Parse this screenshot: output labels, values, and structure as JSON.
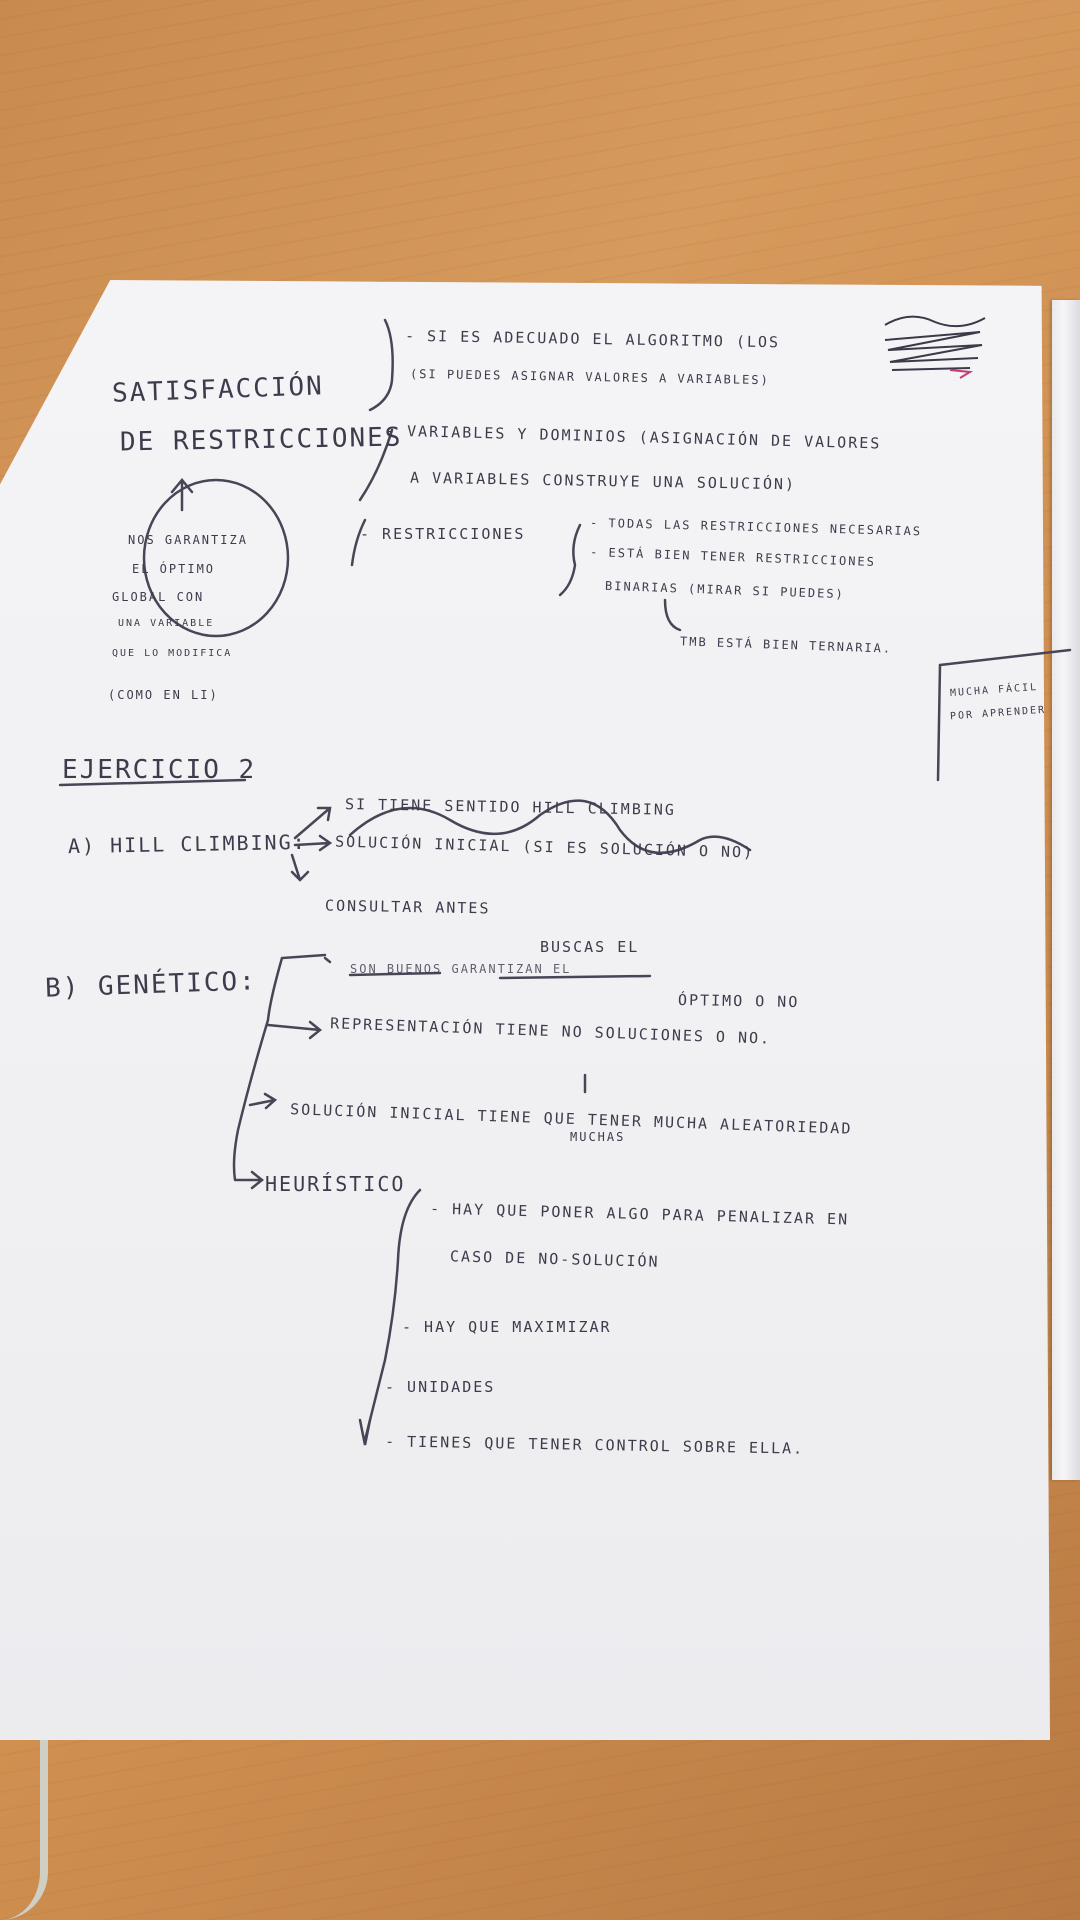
{
  "notes": {
    "title_1": "SATISFACCIÓN",
    "title_2": "DE RESTRICCIONES",
    "bullet_1a": "- SI ES ADECUADO EL ALGORITMO (LOS",
    "bullet_1b": "(SI PUEDES ASIGNAR VALORES A VARIABLES)",
    "bullet_2a": "- VARIABLES Y DOMINIOS (ASIGNACIÓN DE VALORES",
    "bullet_2b": "A VARIABLES CONSTRUYE UNA SOLUCIÓN)",
    "bullet_3": "- RESTRICCIONES",
    "sub_3a": "- TODAS LAS RESTRICCIONES NECESARIAS",
    "sub_3b": "- ESTÁ BIEN TENER RESTRICCIONES",
    "sub_3c": "BINARIAS (MIRAR SI PUEDES)",
    "sub_3d": "TMB ESTÁ BIEN TERNARIA.",
    "bubble_1": "NOS GARANTIZA",
    "bubble_2": "EL ÓPTIMO",
    "bubble_3": "GLOBAL CON",
    "bubble_4": "UNA VARIABLE",
    "bubble_5": "QUE LO MODIFICA",
    "bubble_6": "(COMO EN LI)",
    "corner_note_1": "MUCHA FÁCIL",
    "corner_note_2": "POR APRENDER",
    "exercise_title": "EJERCICIO 2",
    "a_label": "a) HILL CLIMBING:",
    "a_1": "SI TIENE SENTIDO HILL CLIMBING",
    "a_2": "SOLUCIÓN INICIAL (SI ES SOLUCIÓN O NO)",
    "a_3": "CONSULTAR ANTES",
    "b_label": "b) GENÉTICO:",
    "b_above": "BUSCAS EL",
    "b_1_struck": "SON BUENOS GARANTIZAN EL",
    "b_1": "ÓPTIMO O NO",
    "b_2": "REPRESENTACIÓN TIENE NO SOLUCIONES O NO.",
    "b_above_2": "MUCHAS",
    "b_3": "SOLUCIÓN INICIAL TIENE QUE TENER MUCHA ALEATORIEDAD",
    "b_4": "HEURÍSTICO",
    "h_1": "- HAY QUE PONER ALGO PARA PENALIZAR EN",
    "h_1b": "CASO DE NO-SOLUCIÓN",
    "h_2": "- HAY QUE MAXIMIZAR",
    "h_3": "- UNIDADES",
    "h_4": "- TIENES QUE TENER CONTROL SOBRE ELLA."
  }
}
